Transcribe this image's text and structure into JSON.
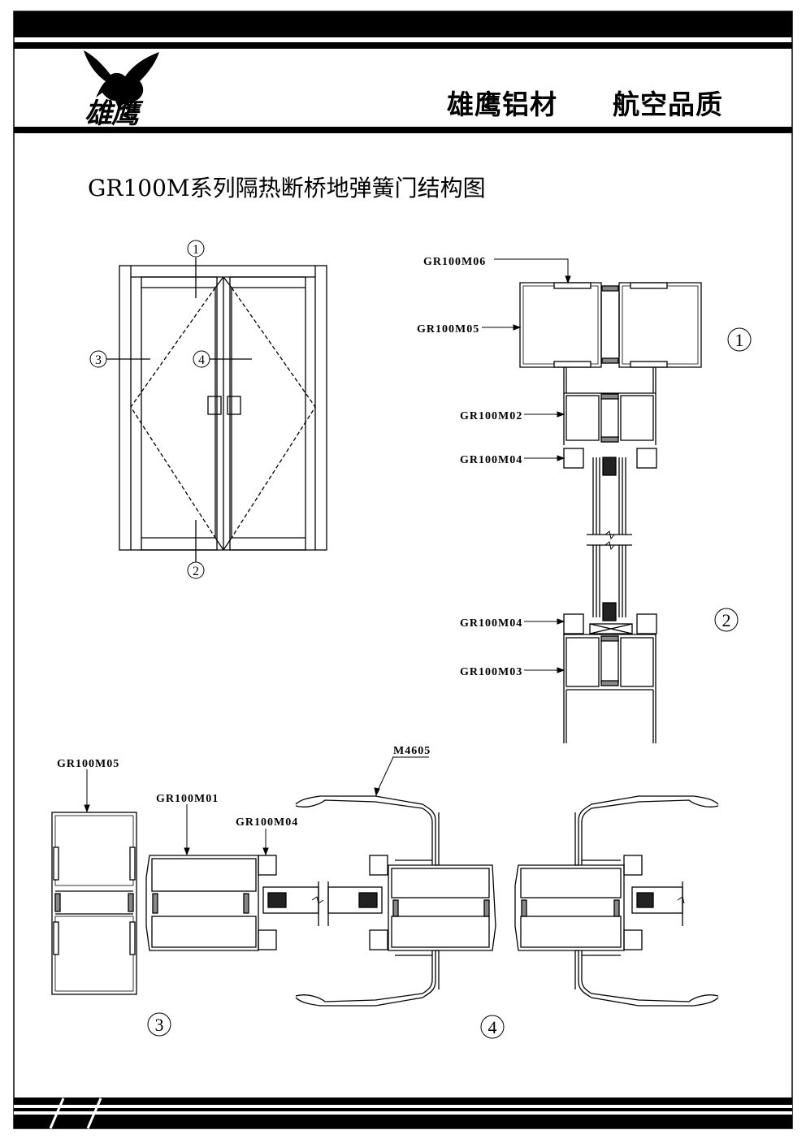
{
  "header": {
    "logo_text": "雄鹰",
    "logo_icon": "eagle-icon",
    "slogan_left": "雄鹰铝材",
    "slogan_right": "航空品质"
  },
  "title": "GR100M系列隔热断桥地弹簧门结构图",
  "elevation": {
    "markers": [
      "1",
      "2",
      "3",
      "4"
    ]
  },
  "section_1": {
    "marker": "1",
    "labels": {
      "m06": "GR100M06",
      "m05": "GR100M05",
      "m02": "GR100M02",
      "m04": "GR100M04"
    }
  },
  "section_2": {
    "marker": "2",
    "labels": {
      "m04": "GR100M04",
      "m03": "GR100M03"
    }
  },
  "section_3": {
    "marker": "3",
    "labels": {
      "m05": "GR100M05",
      "m01": "GR100M01",
      "m04": "GR100M04"
    }
  },
  "section_4": {
    "marker": "4",
    "labels": {
      "handle": "M4605"
    }
  }
}
